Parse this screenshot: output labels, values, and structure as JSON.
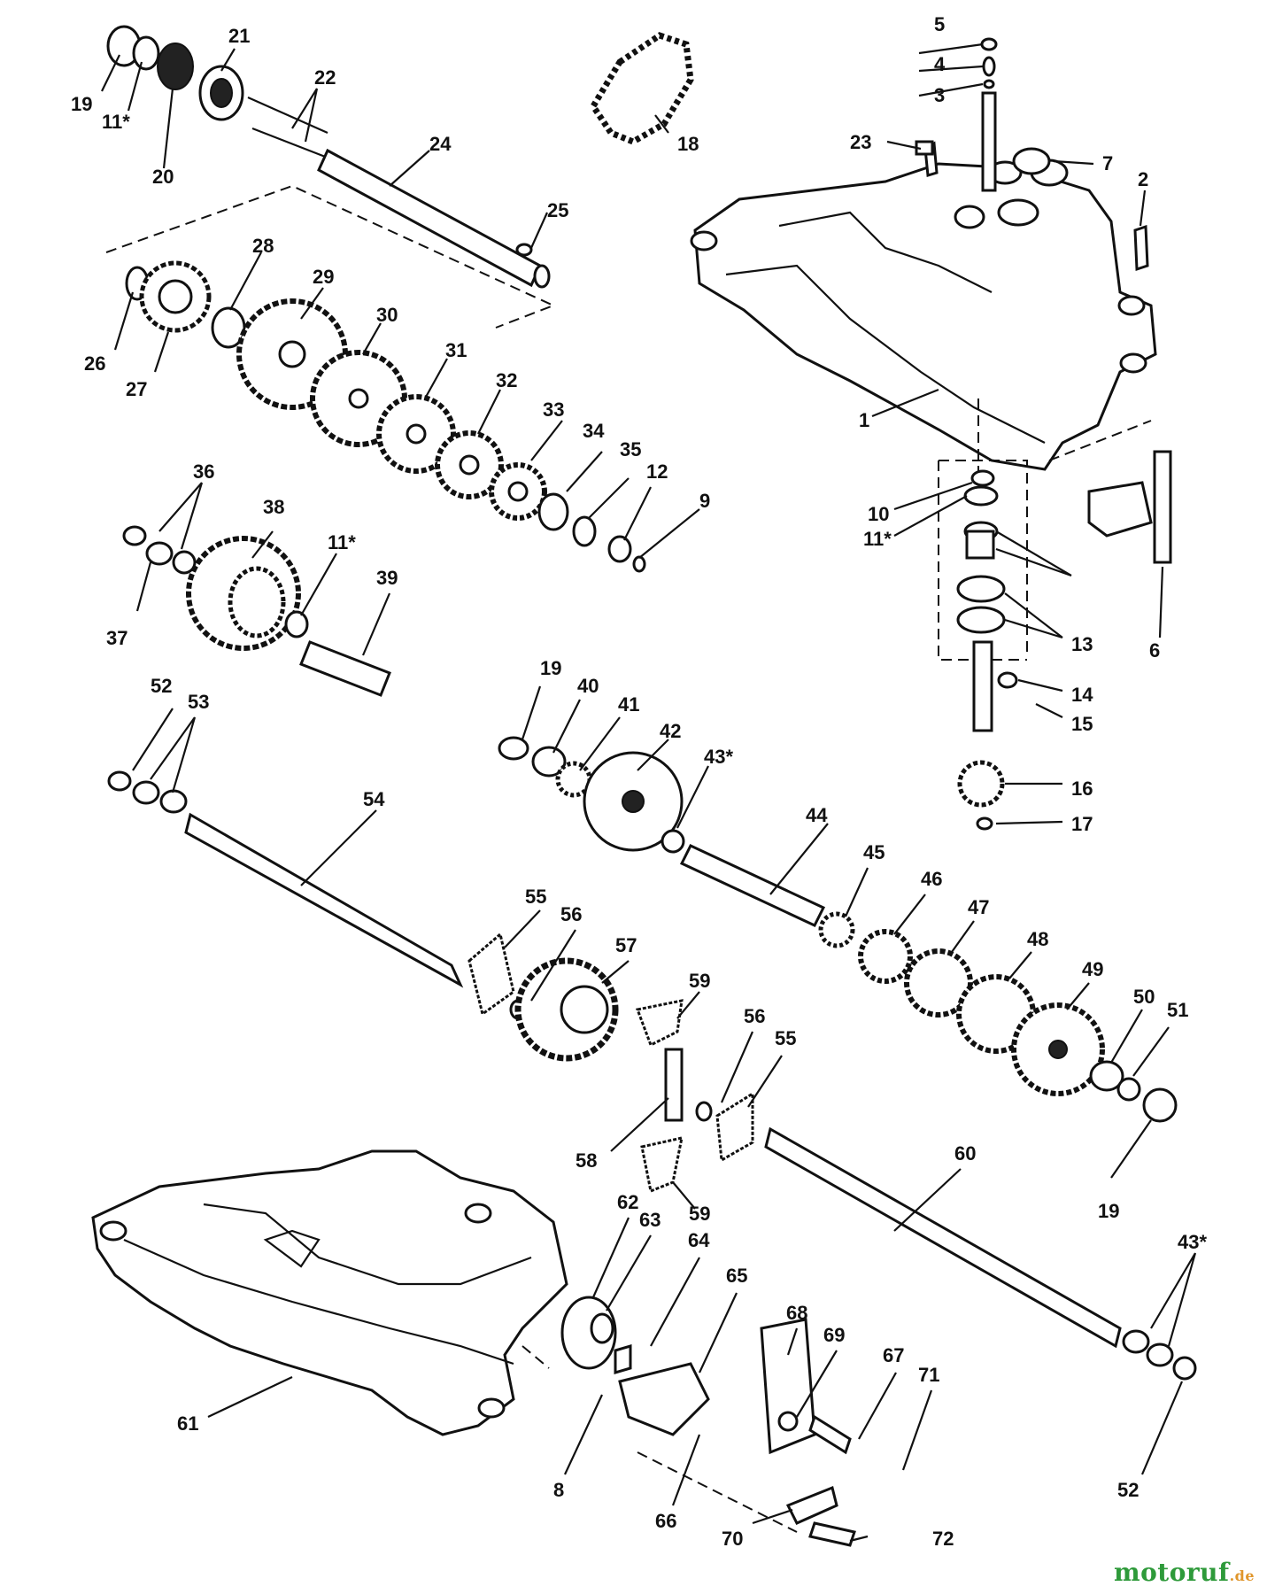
{
  "diagram": {
    "callouts": [
      "1",
      "2",
      "3",
      "4",
      "5",
      "6",
      "7",
      "8",
      "9",
      "10",
      "11*",
      "12",
      "13",
      "14",
      "15",
      "16",
      "17",
      "18",
      "19",
      "20",
      "21",
      "22",
      "23",
      "24",
      "25",
      "26",
      "27",
      "28",
      "29",
      "30",
      "31",
      "32",
      "33",
      "34",
      "35",
      "36",
      "37",
      "38",
      "39",
      "40",
      "41",
      "42",
      "43*",
      "44",
      "45",
      "46",
      "47",
      "48",
      "49",
      "50",
      "51",
      "52",
      "53",
      "54",
      "55",
      "56",
      "57",
      "58",
      "59",
      "60",
      "61",
      "62",
      "63",
      "64",
      "65",
      "66",
      "67",
      "68",
      "69",
      "70",
      "71",
      "72"
    ]
  },
  "watermark": {
    "text": "motoruf",
    "suffix": ".de"
  },
  "colors": {
    "line": "#111111",
    "background": "#ffffff",
    "wm_green": "#2e9a3a",
    "wm_blue": "#1f5fb8",
    "wm_orange": "#e0962c"
  }
}
